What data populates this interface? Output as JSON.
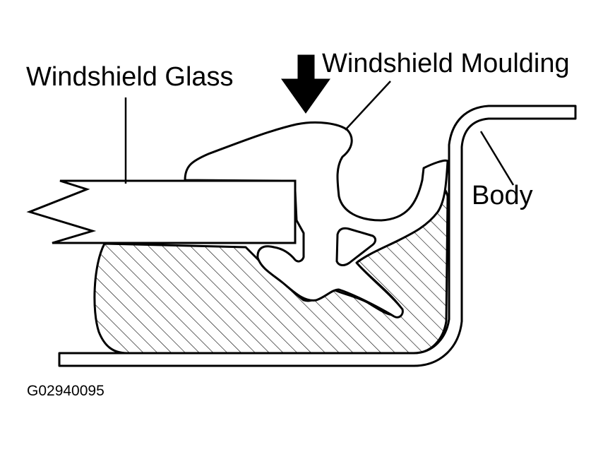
{
  "labels": {
    "windshield_glass": "Windshield Glass",
    "windshield_moulding": "Windshield Moulding",
    "body": "Body",
    "figure_code": "G02940095"
  },
  "colors": {
    "ink": "#000000",
    "paper": "#ffffff"
  }
}
